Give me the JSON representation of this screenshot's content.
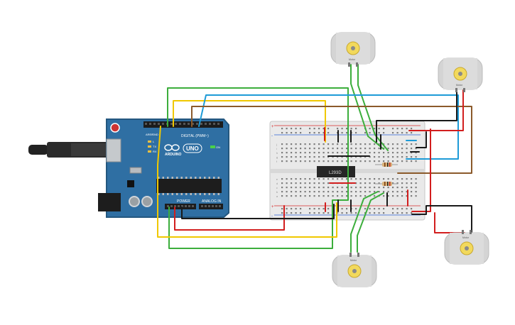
{
  "arduino": {
    "brand": "ARDUINO",
    "model": "UNO",
    "digital_label": "DIGITAL (PWM~)",
    "power_label": "POWER",
    "analog_label": "ANALOG IN",
    "on_label": "ON",
    "tx_label": "TX",
    "rx_label": "RX",
    "l_label": "L",
    "aref_label": "AREF",
    "gnd_label": "GND",
    "colors": {
      "board": "#2f6fa3",
      "board_dark": "#24577f",
      "chip": "#1d1d1d"
    }
  },
  "breadboard": {
    "plus_label": "+",
    "minus_label": "-",
    "row_letters_top": [
      "j",
      "i",
      "h",
      "g",
      "f"
    ],
    "row_letters_bottom": [
      "e",
      "d",
      "c",
      "b",
      "a"
    ],
    "colors": {
      "body": "#e9e9e9",
      "rail_red": "#d62d2d",
      "rail_blue": "#2d5fd6"
    }
  },
  "chip": {
    "label": "L293D"
  },
  "motors": [
    {
      "id": "top",
      "label": "Motor"
    },
    {
      "id": "right",
      "label": "Motor"
    },
    {
      "id": "bottom",
      "label": "Motor"
    },
    {
      "id": "bottom-right",
      "label": "Motor"
    }
  ],
  "wire_colors": {
    "green": "#3cae3c",
    "yellow": "#f0c800",
    "cyan": "#1e9bd7",
    "brown": "#8b5a2b",
    "red": "#d21e1e",
    "black": "#1a1a1a",
    "white": "#eeeeee"
  }
}
